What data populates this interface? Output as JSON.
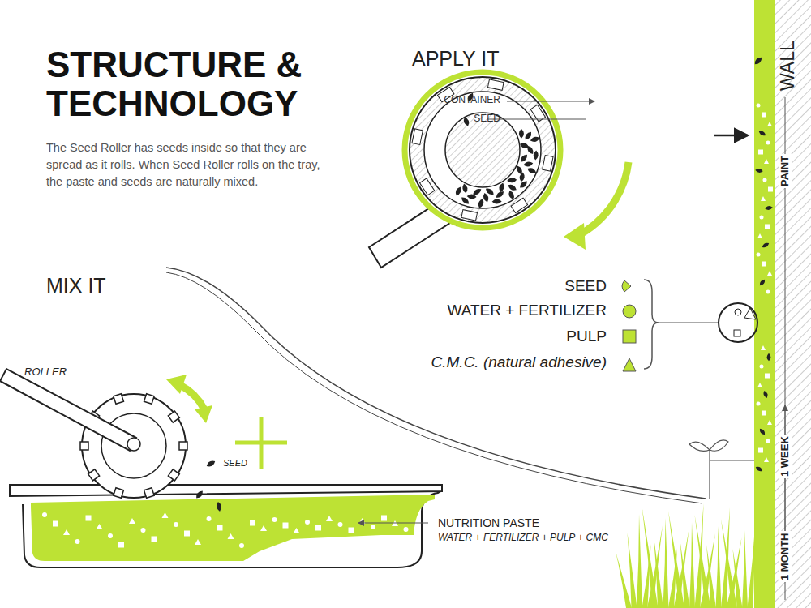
{
  "diagram": {
    "title": "STRUCTURE & TECHNOLOGY",
    "labels": [
      "The Seed Roller has seeds inside so that they are spread as it rolls. When Seed Roller rolls on the tray, the paste and seeds are naturally mixed.",
      "APPLY IT",
      "CONTAINER",
      "SEED",
      "WALL",
      "PAINT",
      "MIX IT",
      "ROLLER",
      "SEED",
      "NUTRITION PASTE",
      "WATER + FERTILIZER + PULP + CMC",
      "1 WEEK",
      "1 MONTH"
    ],
    "legend": [
      {
        "text": "SEED"
      },
      {
        "text": "WATER + FERTILIZER"
      },
      {
        "text": "PULP"
      },
      {
        "text": "C.M.C. (natural adhesive)"
      }
    ]
  }
}
